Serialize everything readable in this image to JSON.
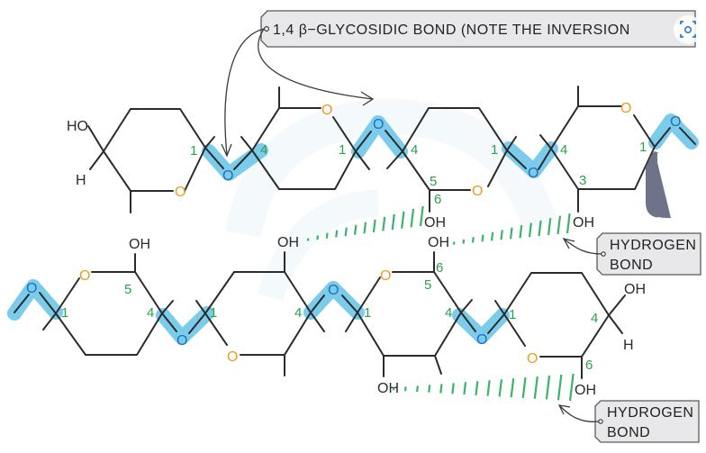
{
  "title_callout": {
    "text": "1,4 β−GLYCOSIDIC BOND (NOTE THE INVERSION",
    "icon": "screen-capture-icon"
  },
  "hydrogen_bond_callouts": [
    {
      "line1": "HYDROGEN",
      "line2": "BOND"
    },
    {
      "line1": "HYDROGEN",
      "line2": "BOND"
    }
  ],
  "colors": {
    "bond": "#2b2b2b",
    "ring_oxygen": "#f39a1e",
    "glycosidic_oxygen": "#1e6fbf",
    "glycosidic_highlight": "#74c9ea",
    "carbon_number": "#2aa14b",
    "hydrogen_bond": "#3cb36a",
    "callout_fill": "#e8e8ea"
  },
  "labels": {
    "HO": "HO",
    "H": "H",
    "OH": "OH",
    "O": "O",
    "c1": "1",
    "c3": "3",
    "c4": "4",
    "c5": "5",
    "c6": "6"
  }
}
